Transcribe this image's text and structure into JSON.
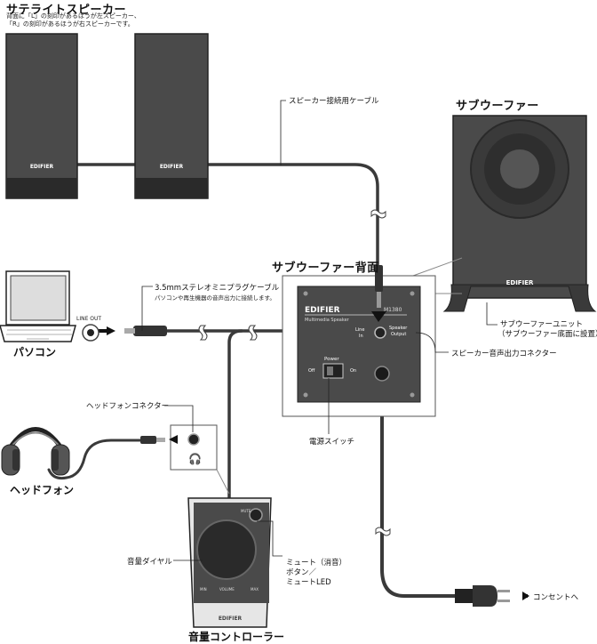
{
  "satellite": {
    "title": "サテライトスピーカー",
    "note_line1": "背面に「L」の刻印があるほうが左スピーカー、",
    "note_line2": "「R」の刻印があるほうが右スピーカーです。"
  },
  "speaker_cable_label": "スピーカー接続用ケーブル",
  "subwoofer": {
    "title": "サブウーファー",
    "unit_line1": "サブウーファーユニット",
    "unit_line2": "（サブウーファー底面に設置）"
  },
  "sub_back": {
    "title": "サブウーファー背面",
    "model": "EDIFIER",
    "model_no": "M1380",
    "subtitle": "Multimedia Speaker",
    "line_in": "Line In",
    "speaker_output": "Speaker Output",
    "power": "Power",
    "off": "Off",
    "on": "On"
  },
  "mini_plug": {
    "label": "3.5mmステレオミニプラグケーブル",
    "note": "パソコンや再生機器の音声出力に接続します。"
  },
  "pc": {
    "label": "パソコン",
    "line_out": "LINE OUT"
  },
  "speaker_output_connector": "スピーカー音声出力コネクター",
  "power_switch": "電源スイッチ",
  "headphone_connector": "ヘッドフォンコネクター",
  "headphones": "ヘッドフォン",
  "volume_dial": "音量ダイヤル",
  "mute": {
    "line1": "ミュート（消音）",
    "line2": "ボタン／",
    "line3": "ミュートLED",
    "small": "MUTE"
  },
  "controller": {
    "label": "音量コントローラー",
    "logo": "EDIFIER",
    "min": "MIN",
    "volume": "VOLUME",
    "max": "MAX"
  },
  "outlet": "コンセントへ",
  "brand": "EDIFIER"
}
